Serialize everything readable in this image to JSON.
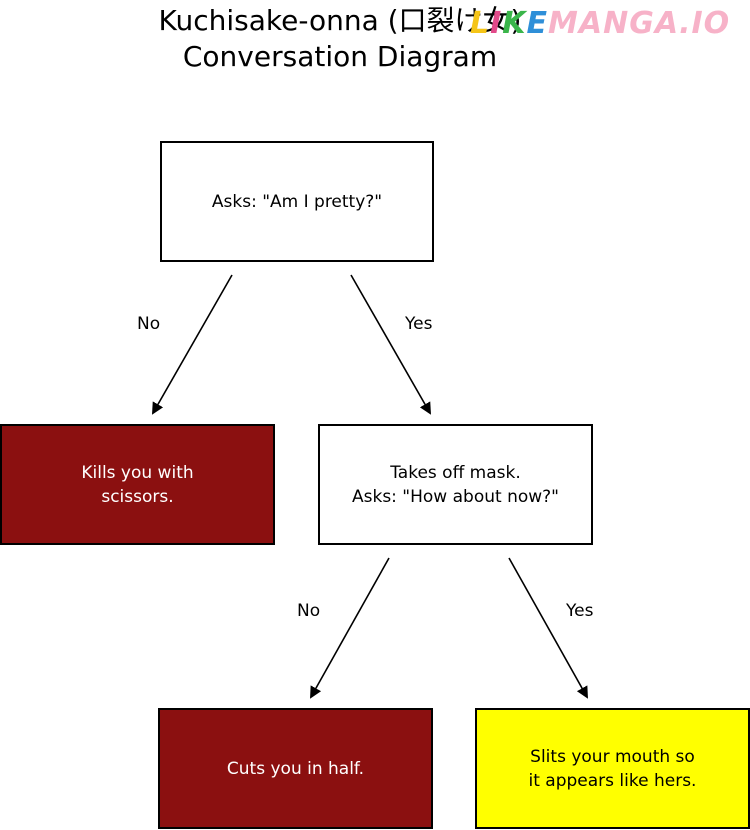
{
  "title": {
    "line1": "Kuchisake-onna (口裂け女)",
    "line2": "Conversation Diagram"
  },
  "watermark": {
    "letters": [
      "L",
      "I",
      "K",
      "E",
      "M",
      "A",
      "N",
      "G",
      "A",
      ".",
      "I",
      "O"
    ],
    "colors": [
      "#f5c518",
      "#e24a8a",
      "#3ab54a",
      "#2e8fd8",
      "#f7b2c8",
      "#f7b2c8",
      "#f7b2c8",
      "#f7b2c8",
      "#f7b2c8",
      "#f7b2c8",
      "#f7b2c8",
      "#f7b2c8"
    ]
  },
  "nodes": {
    "question1": {
      "text": "Asks: \"Am I pretty?\"",
      "fill": "#ffffff",
      "text_color": "#000000"
    },
    "kill": {
      "text": "Kills you with\nscissors.",
      "fill": "#8b1010",
      "text_color": "#ffffff"
    },
    "question2": {
      "text": "Takes off mask.\nAsks: \"How about now?\"",
      "fill": "#ffffff",
      "text_color": "#000000"
    },
    "cut": {
      "text": "Cuts you in half.",
      "fill": "#8b1010",
      "text_color": "#ffffff"
    },
    "slit": {
      "text": "Slits your mouth so\nit appears like hers.",
      "fill": "#ffff00",
      "text_color": "#000000"
    }
  },
  "edges": {
    "q1_no": "No",
    "q1_yes": "Yes",
    "q2_no": "No",
    "q2_yes": "Yes"
  }
}
